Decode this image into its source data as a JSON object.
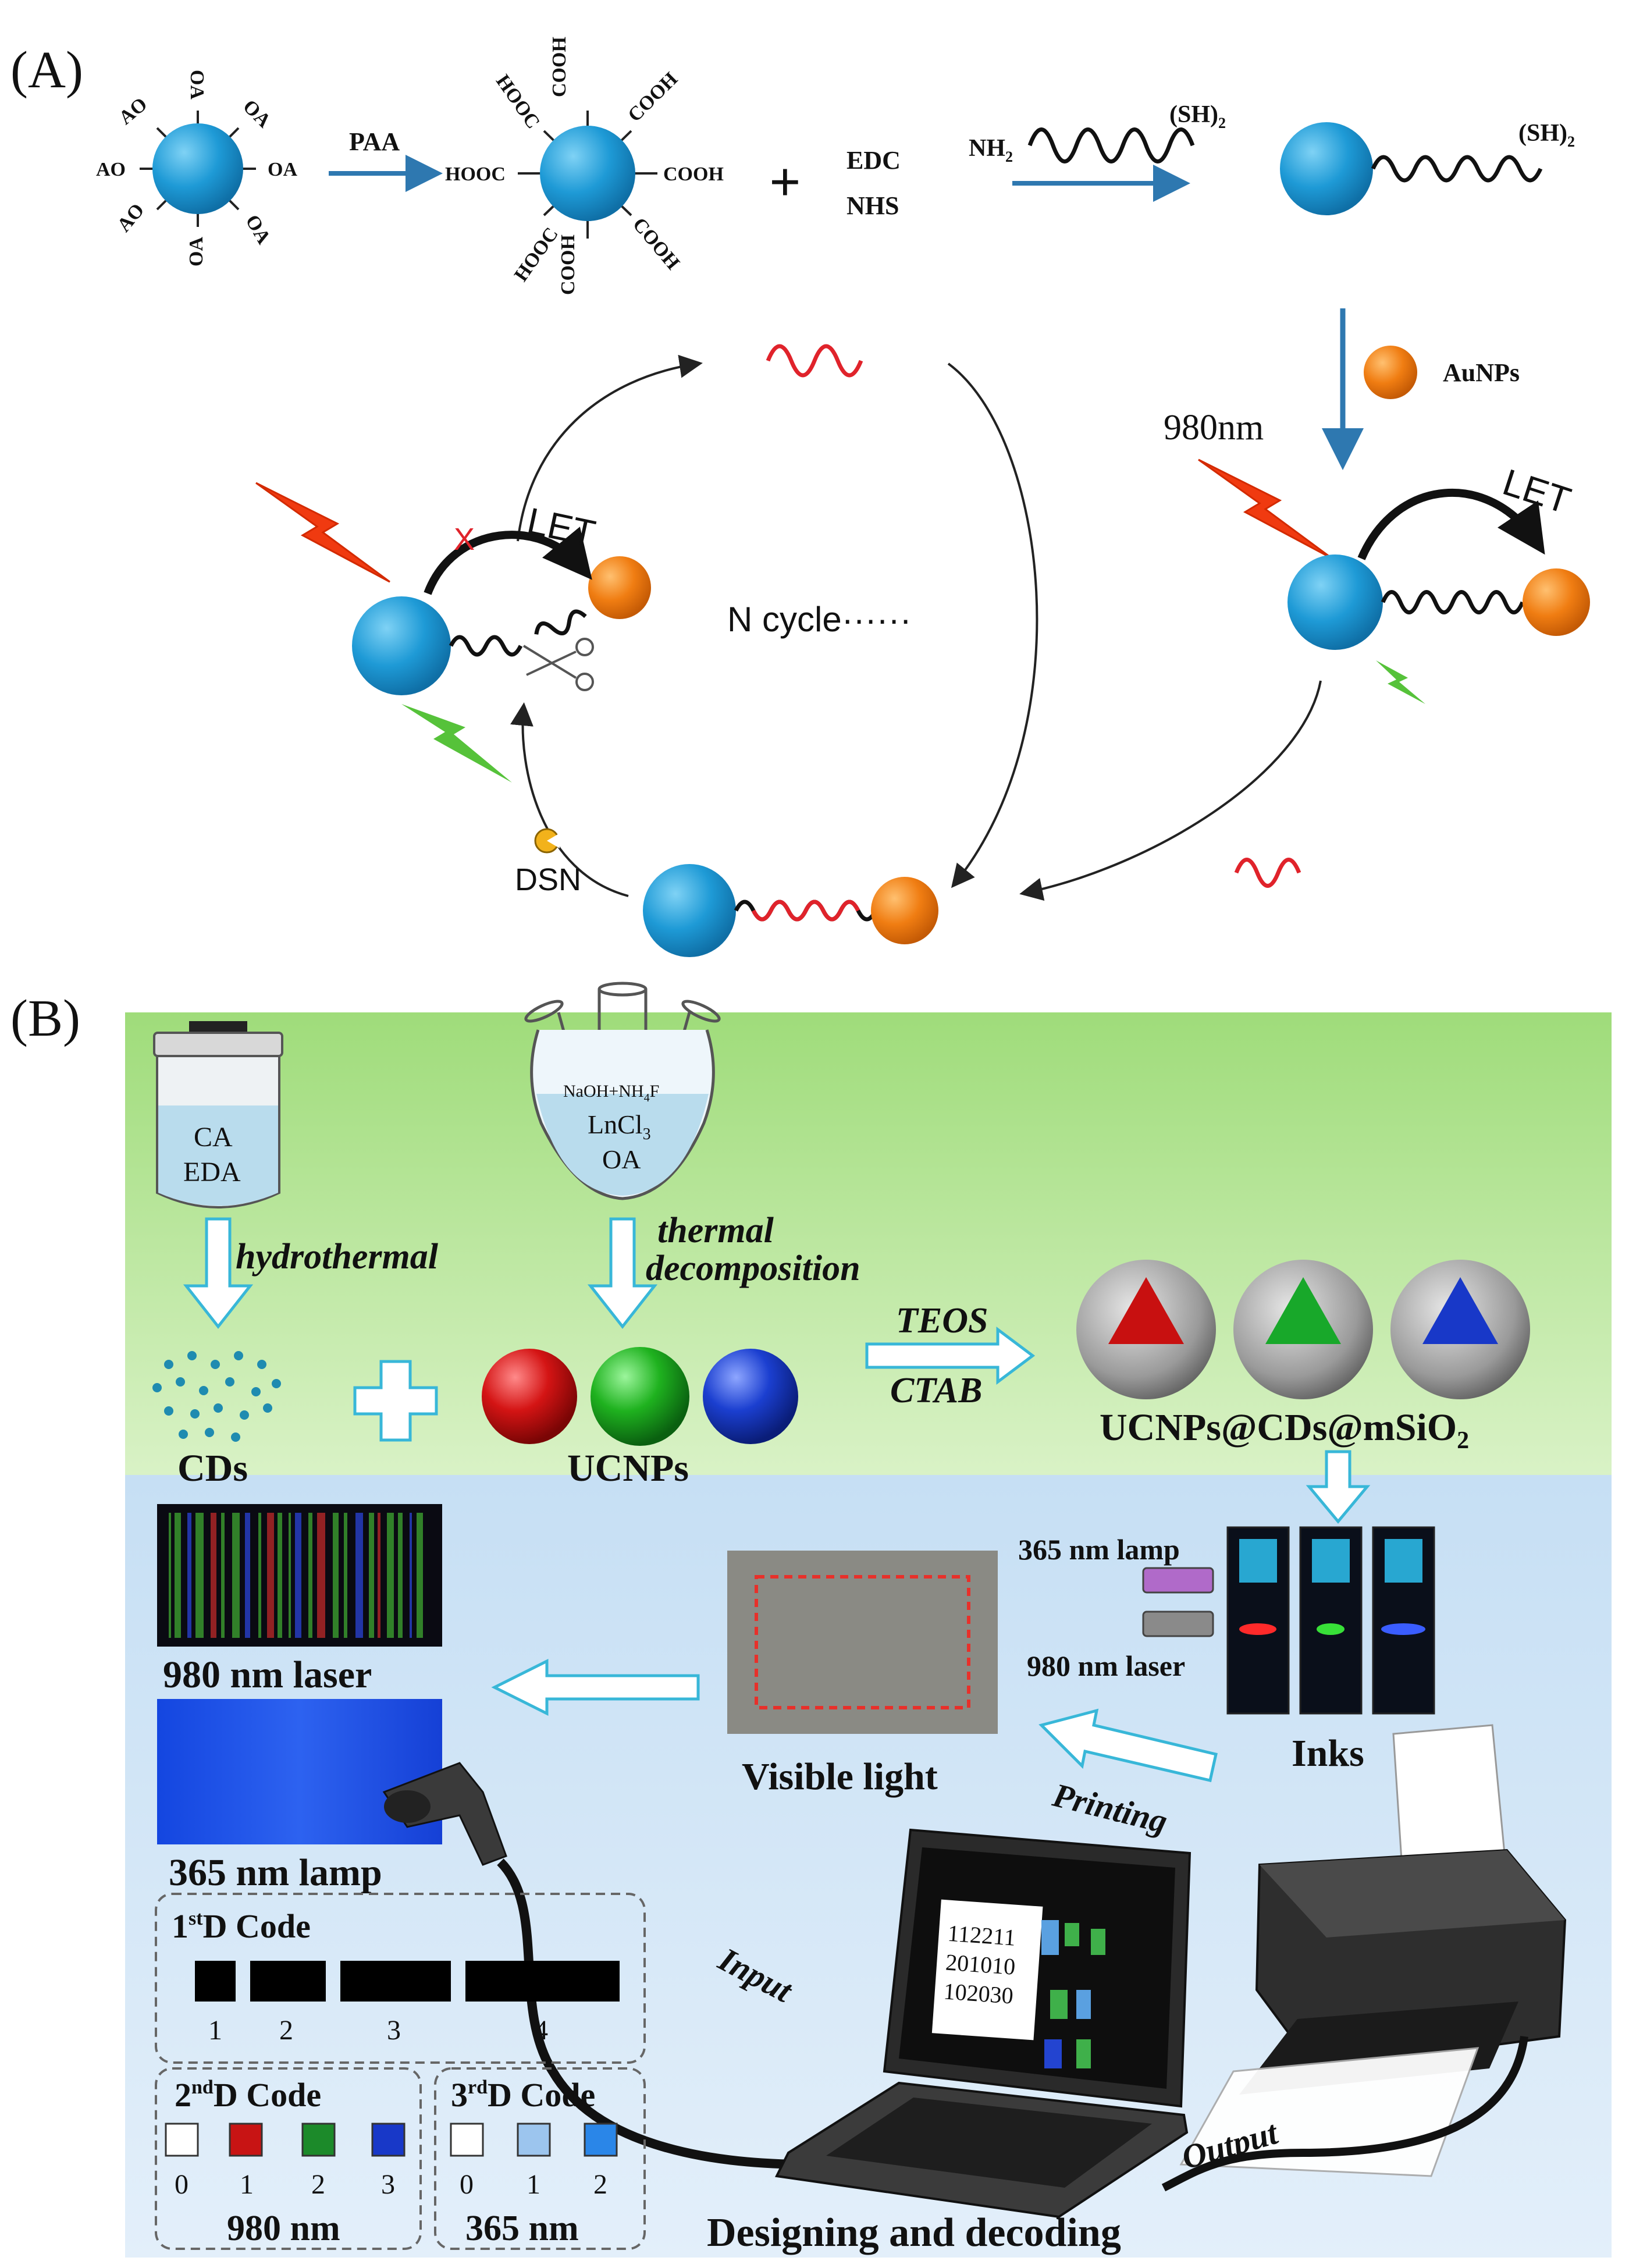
{
  "panel_a": {
    "label": "(A)",
    "ligand_oa": [
      "OA",
      "OA",
      "OA",
      "OA",
      "OA",
      "AO",
      "AO",
      "AO"
    ],
    "paa": "PAA",
    "cooh": [
      "COOH",
      "COOH",
      "COOH",
      "COOH",
      "COOH",
      "HOOC",
      "HOOC",
      "HOOC"
    ],
    "plus": "+",
    "edc": "EDC",
    "nhs": "NHS",
    "nh2": "NH",
    "nh2_sub": "2",
    "sh2": "(SH)",
    "sh2_sub": "2",
    "sh2_b": "(SH)",
    "sh2_b_sub": "2",
    "aunps": "AuNPs",
    "nm980": "980nm",
    "let_right": "LET",
    "let_left": "LET",
    "n_cycle": "N cycle······",
    "dsn": "DSN",
    "cross": "X"
  },
  "panel_b": {
    "label": "(B)",
    "ca": "CA",
    "eda": "EDA",
    "flask_line1": "NaOH+NH",
    "flask_line1_sub": "4",
    "flask_line1_end": "F",
    "flask_line2": "LnCl",
    "flask_line2_sub": "3",
    "flask_line3": "OA",
    "hydrothermal": "hydrothermal",
    "thermal": "thermal",
    "decomposition": "decomposition",
    "teos": "TEOS",
    "ctab": "CTAB",
    "cds": "CDs",
    "ucnps": "UCNPs",
    "composite": "UCNPs@CDs@mSiO",
    "composite_sub": "2",
    "lamp365": "365 nm lamp",
    "laser980": "980 nm laser",
    "inks": "Inks",
    "visible_light": "Visible light",
    "printing": "Printing",
    "laser980_img": "980 nm laser",
    "lamp365_img": "365 nm lamp",
    "input": "Input",
    "output": "Output",
    "designing": "Designing and decoding",
    "screen_code": [
      "112211",
      "201010",
      "102030"
    ],
    "code1_title_a": "1",
    "code1_title_sup": "st",
    "code1_title_b": "D  Code",
    "code1_nums": [
      "1",
      "2",
      "3",
      "4"
    ],
    "code2_title_a": "2",
    "code2_title_sup": "nd",
    "code2_title_b": "D  Code",
    "code2_nums": [
      "0",
      "1",
      "2",
      "3"
    ],
    "code2_unit": "980 nm",
    "code3_title_a": "3",
    "code3_title_sup": "rd",
    "code3_title_b": "D  Code",
    "code3_nums": [
      "0",
      "1",
      "2"
    ],
    "code3_unit": "365 nm",
    "colors": {
      "np_blue": "#1e9ad6",
      "au_orange": "#f07d12",
      "dna_red": "#e0232b",
      "arrow_blue": "#2e78b0",
      "bolt_red": "#f03a10",
      "bolt_green": "#56c23a",
      "bg_green": "#cfedb8",
      "bg_blue": "#d7e8f6"
    }
  }
}
